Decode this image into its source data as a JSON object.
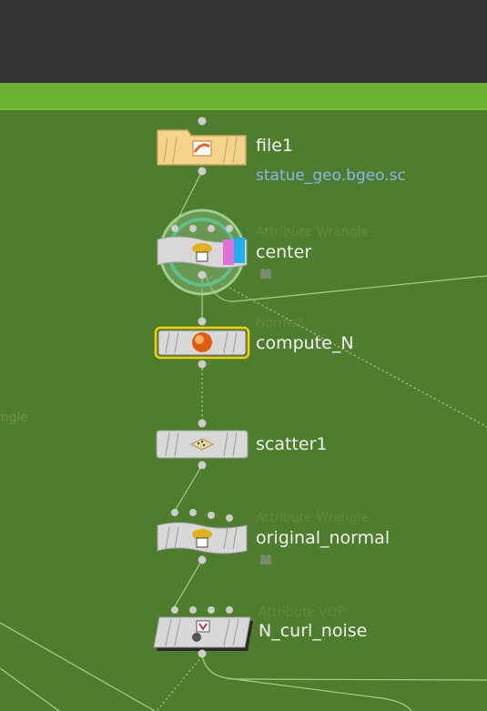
{
  "network": {
    "nodes": [
      {
        "id": "file1",
        "name": "file1",
        "type_label": "",
        "param": "statue_geo.bgeo.sc",
        "icon": "folder-file-icon"
      },
      {
        "id": "center",
        "name": "center",
        "type_label": "Attribute Wrangle",
        "icon": "wrangle-icon"
      },
      {
        "id": "compute_N",
        "name": "compute_N",
        "type_label": "Normal",
        "icon": "normal-sphere-icon"
      },
      {
        "id": "scatter1",
        "name": "scatter1",
        "icon": "scatter-icon"
      },
      {
        "id": "original_normal",
        "name": "original_normal",
        "type_label": "Attribute Wrangle",
        "icon": "wrangle-icon"
      },
      {
        "id": "N_curl_noise",
        "name": "N_curl_noise",
        "type_label": "Attribute VOP",
        "icon": "vop-icon"
      }
    ],
    "offscreen_label": "angle"
  },
  "colors": {
    "background": "#4f7d2e",
    "header_bar": "#333333",
    "network_bar": "#6db230",
    "selected_outline": "#f5d000",
    "wire": "#a9d08a"
  }
}
